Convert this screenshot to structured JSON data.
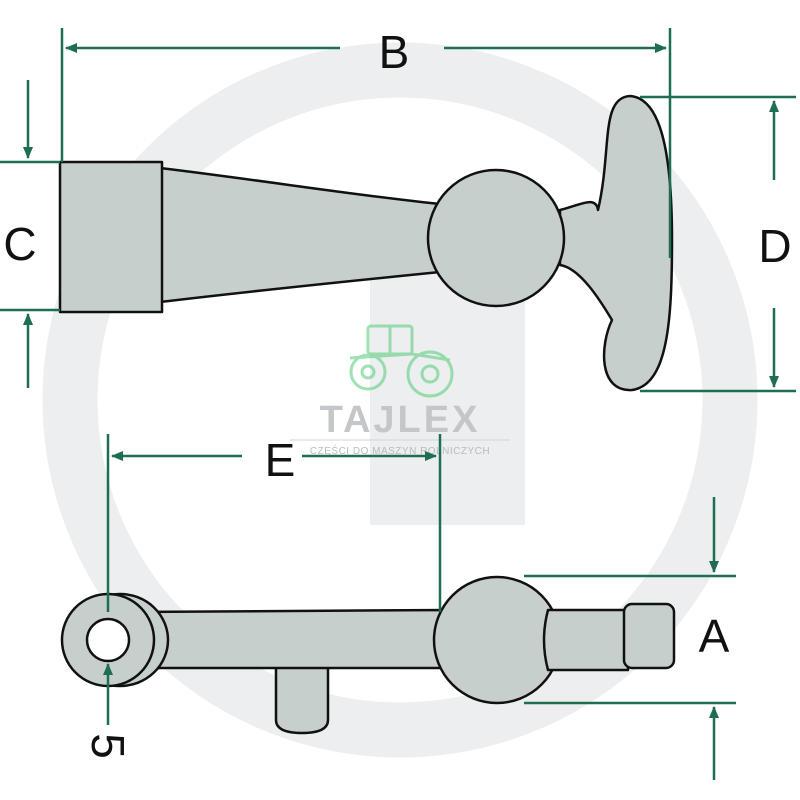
{
  "colors": {
    "part_fill": "#c7cfcd",
    "outline": "#111111",
    "dimension": "#1f6e52",
    "watermark": "#e6e9ea",
    "brand_green": "#5fcf82",
    "brand_gray": "#c4c7ca"
  },
  "watermark": {
    "brand": "TAJLEX",
    "tagline": "CZĘŚCI DO MASZYN ROLNICZYCH",
    "logo": "tractor-icon"
  },
  "dimensions": {
    "A": "A",
    "B": "B",
    "C": "C",
    "D": "D",
    "E": "E",
    "hole": "5"
  }
}
